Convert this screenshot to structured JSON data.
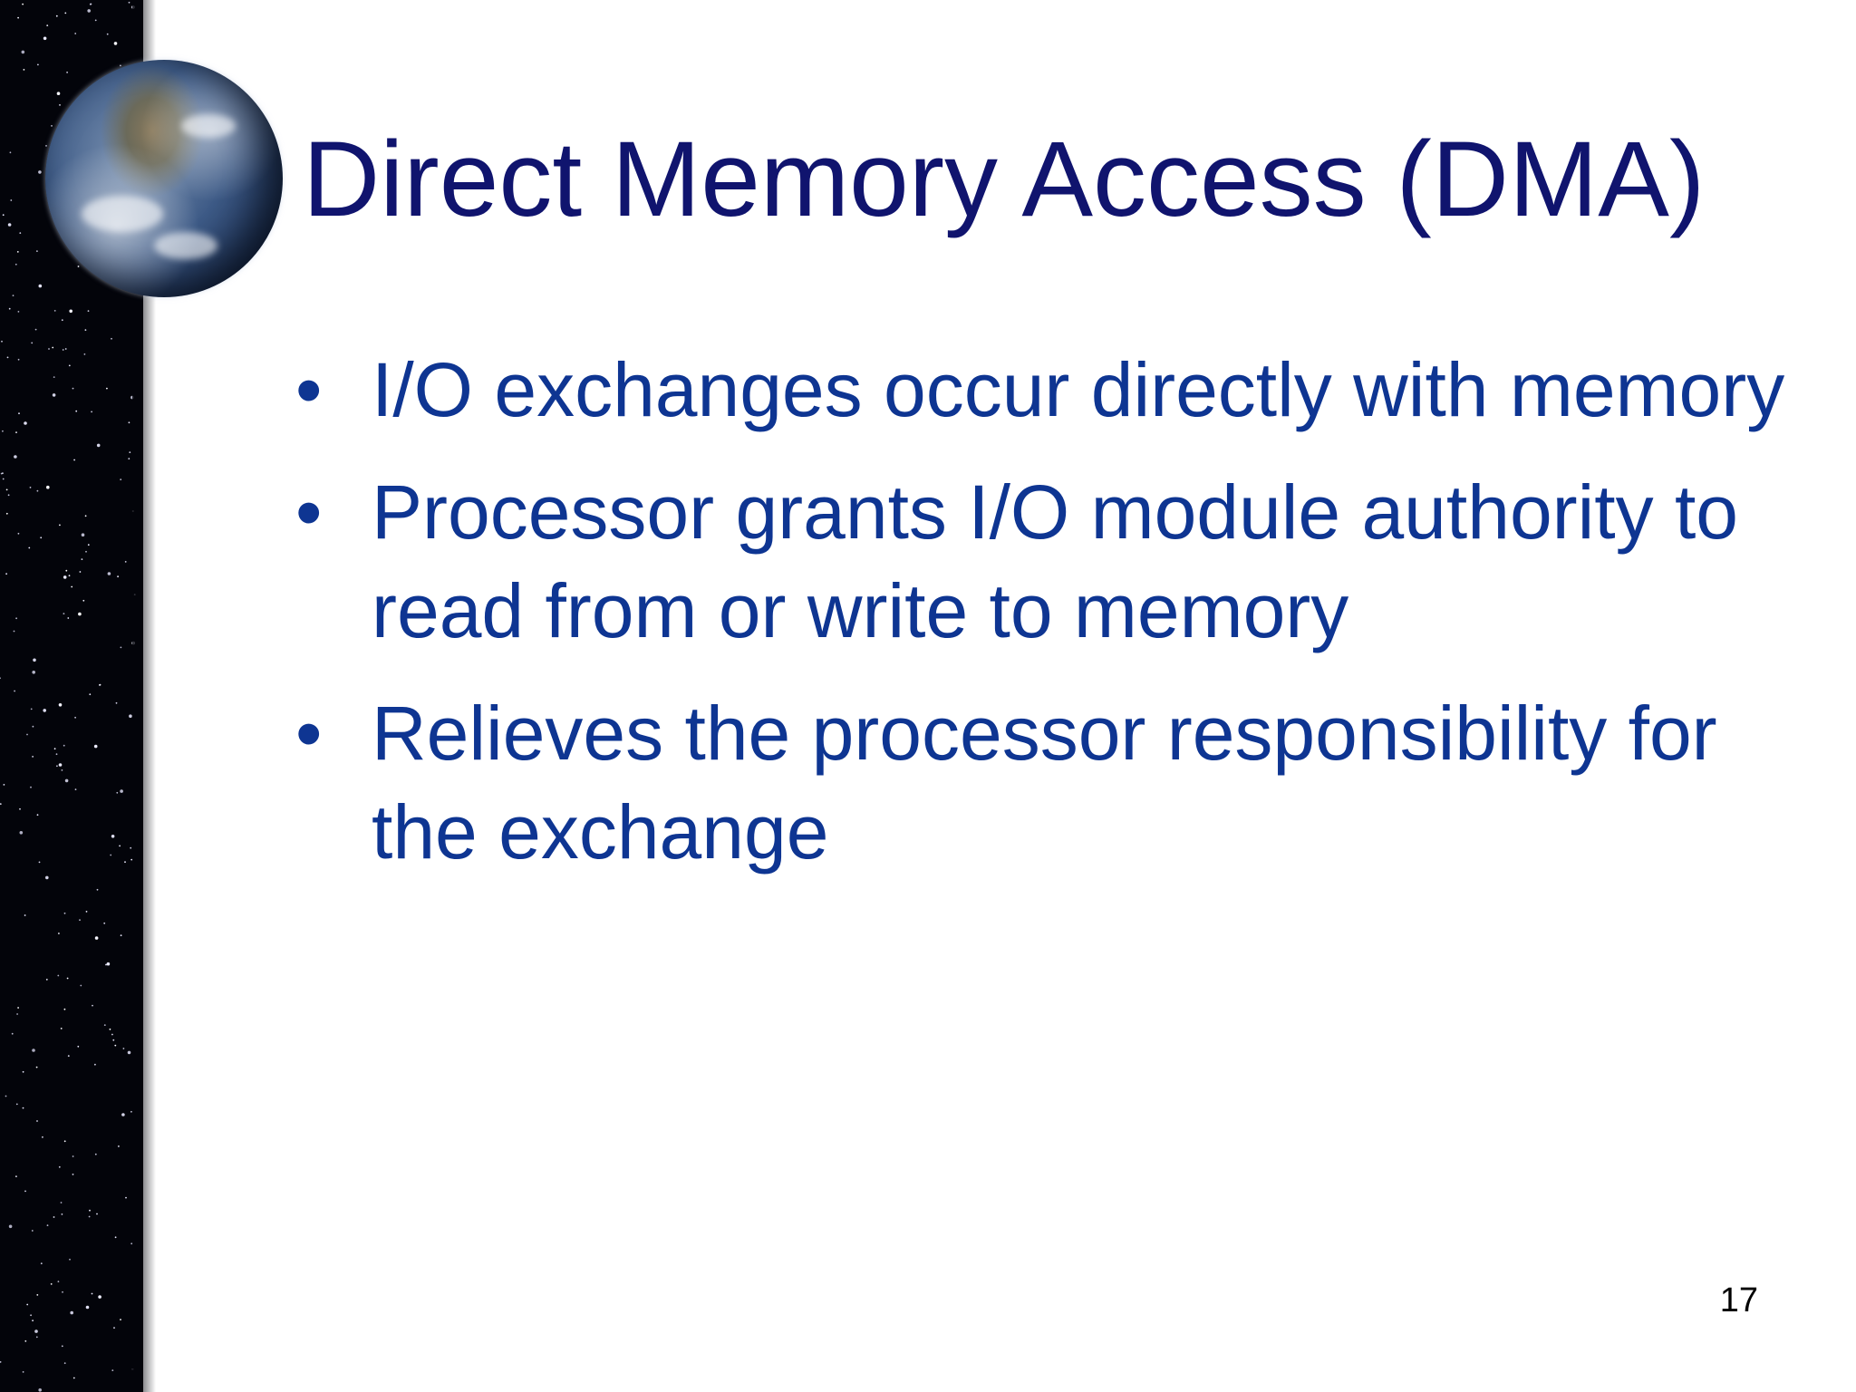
{
  "slide": {
    "title": "Direct Memory Access (DMA)",
    "bullets": [
      "I/O exchanges occur directly with memory",
      "Processor grants I/O module authority to read from or write to memory",
      "Relieves the processor responsibility for the exchange"
    ],
    "bullet_glyph": "•",
    "page_number": "17"
  },
  "decor": {
    "left_strip": "starfield",
    "title_icon": "earth-globe-icon"
  },
  "colors": {
    "title": "#10146e",
    "body": "#0e3592",
    "background": "#ffffff",
    "starfield": "#03040a"
  }
}
